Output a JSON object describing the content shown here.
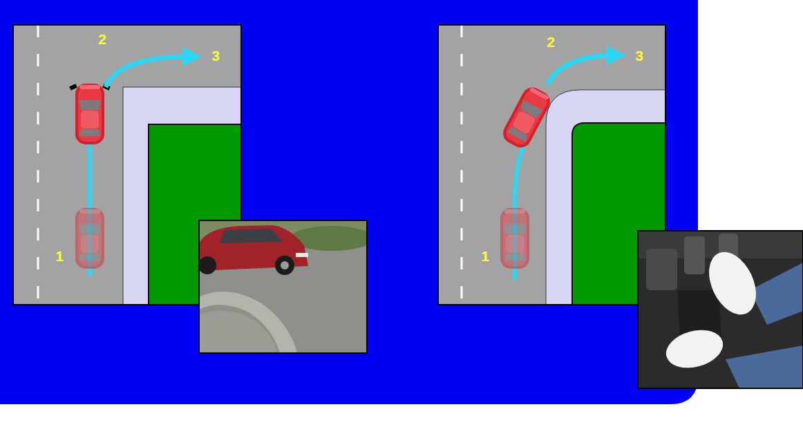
{
  "diagram": {
    "labels": [
      "2",
      "3",
      "1",
      "2",
      "3",
      "1"
    ]
  }
}
